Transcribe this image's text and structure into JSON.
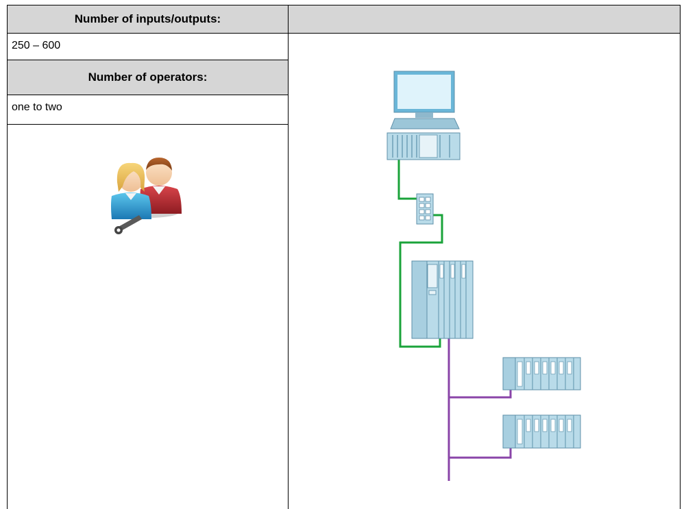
{
  "table": {
    "header_io": "Number of inputs/outputs:",
    "value_io": "250 – 600",
    "header_operators": "Number of operators:",
    "value_operators": "one to two"
  },
  "icons": {
    "operators": "operators-icon",
    "workstation": "computer-workstation-icon",
    "switch": "network-switch-icon",
    "controller": "automation-controller-icon",
    "io_station": "io-station-icon"
  },
  "colors": {
    "header_bg": "#d6d6d6",
    "ethernet_line": "#1aa33a",
    "fieldbus_line": "#8a44a8",
    "device_fill": "#b9dbe9"
  }
}
